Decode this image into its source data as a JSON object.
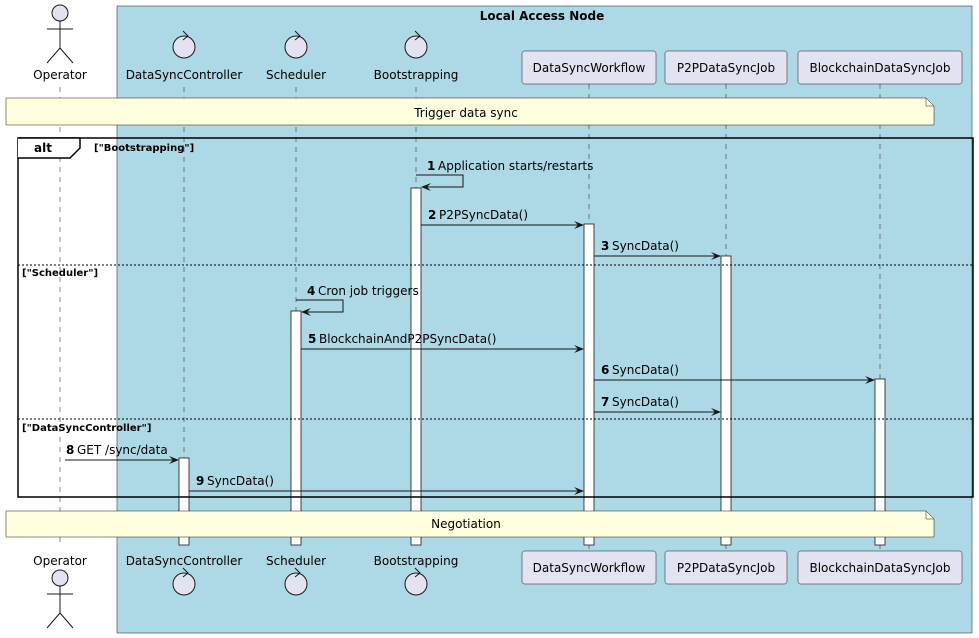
{
  "colors": {
    "box_fill": "#add8e6",
    "note_fill": "#ffffe0",
    "participant_fill": "#e2e2f0",
    "participant_stroke": "#181818",
    "lifeline": "#181818",
    "activation_fill": "#ffffff"
  },
  "box": {
    "title": "Local Access Node"
  },
  "participants": [
    {
      "key": "operator",
      "label": "Operator",
      "shape": "actor",
      "icon": "actor-icon"
    },
    {
      "key": "dsc",
      "label": "DataSyncController",
      "shape": "control",
      "icon": "control-icon"
    },
    {
      "key": "scheduler",
      "label": "Scheduler",
      "shape": "control",
      "icon": "control-icon"
    },
    {
      "key": "bootstrapping",
      "label": "Bootstrapping",
      "shape": "control",
      "icon": "control-icon"
    },
    {
      "key": "dsw",
      "label": "DataSyncWorkflow",
      "shape": "participant"
    },
    {
      "key": "p2p",
      "label": "P2PDataSyncJob",
      "shape": "participant"
    },
    {
      "key": "bc",
      "label": "BlockchainDataSyncJob",
      "shape": "participant"
    }
  ],
  "notes": [
    {
      "text": "Trigger data sync"
    },
    {
      "text": "Negotiation"
    }
  ],
  "alt": {
    "label": "alt",
    "guards": [
      "[\"Bootstrapping\"]",
      "[\"Scheduler\"]",
      "[\"DataSyncController\"]"
    ]
  },
  "messages": [
    {
      "num": "1",
      "text": "Application starts/restarts",
      "from": "bootstrapping",
      "to": "bootstrapping",
      "self": true
    },
    {
      "num": "2",
      "text": "P2PSyncData()",
      "from": "bootstrapping",
      "to": "dsw"
    },
    {
      "num": "3",
      "text": "SyncData()",
      "from": "dsw",
      "to": "p2p"
    },
    {
      "num": "4",
      "text": "Cron job triggers",
      "from": "scheduler",
      "to": "scheduler",
      "self": true
    },
    {
      "num": "5",
      "text": "BlockchainAndP2PSyncData()",
      "from": "scheduler",
      "to": "dsw"
    },
    {
      "num": "6",
      "text": "SyncData()",
      "from": "dsw",
      "to": "bc"
    },
    {
      "num": "7",
      "text": "SyncData()",
      "from": "dsw",
      "to": "p2p"
    },
    {
      "num": "8",
      "text": "GET /sync/data",
      "from": "operator",
      "to": "dsc"
    },
    {
      "num": "9",
      "text": "SyncData()",
      "from": "dsc",
      "to": "dsw"
    }
  ]
}
